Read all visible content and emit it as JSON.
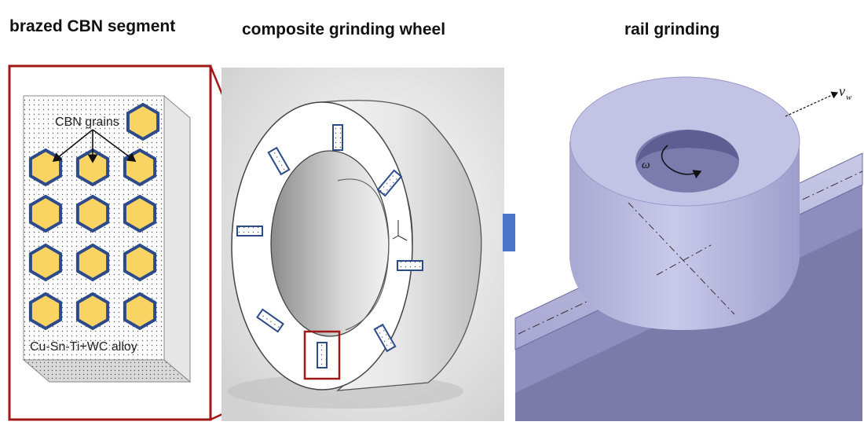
{
  "titles": {
    "segment": "brazed CBN segment",
    "wheel": "composite grinding wheel",
    "rail": "rail grinding"
  },
  "labels": {
    "grains": "CBN grains",
    "alloy": "Cu-Sn-Ti+WC alloy",
    "omega": "ω",
    "velocity": "v",
    "velocity_sub": "w"
  },
  "colors": {
    "outline_red": "#a01818",
    "grain_fill": "#f9d462",
    "grain_border": "#2c4a8c",
    "arrow_blue": "#4a76c8",
    "rail_lavender": "#b9b9dc"
  }
}
